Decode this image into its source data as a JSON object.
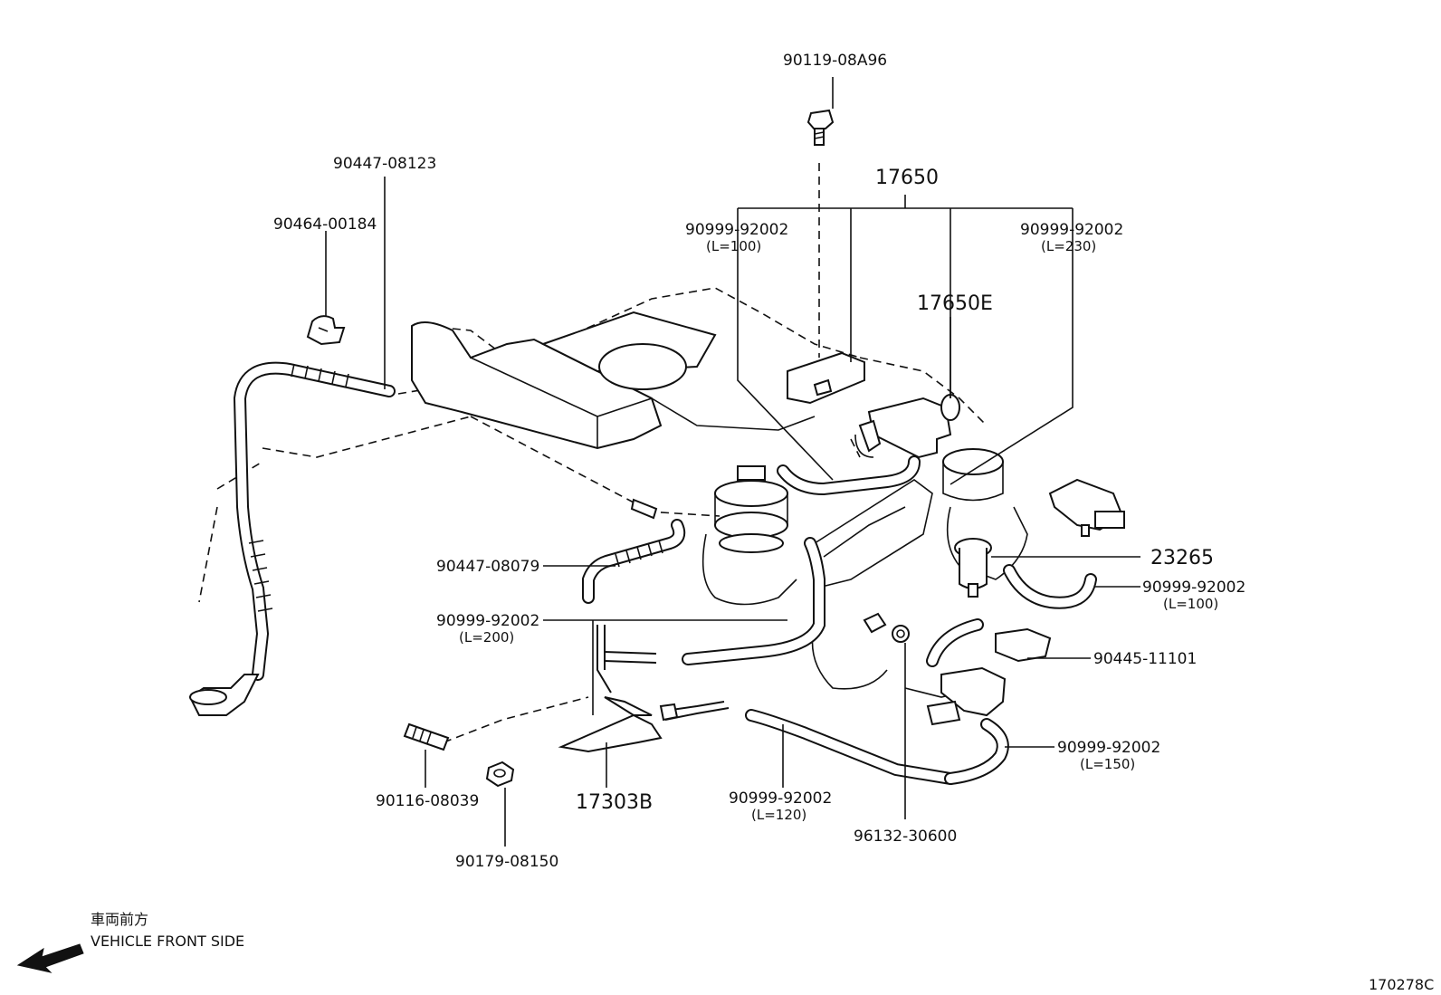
{
  "callouts": {
    "p90119": "90119-08A96",
    "p17650": "17650",
    "p17650E": "17650E",
    "p90447_08123": "90447-08123",
    "p90464": "90464-00184",
    "p90999_l100_top": "90999-92002",
    "p90999_l100_top_len": "(L=100)",
    "p90999_l230": "90999-92002",
    "p90999_l230_len": "(L=230)",
    "p23265": "23265",
    "p90999_l100_right": "90999-92002",
    "p90999_l100_right_len": "(L=100)",
    "p90447_08079": "90447-08079",
    "p90999_l200": "90999-92002",
    "p90999_l200_len": "(L=200)",
    "p90445": "90445-11101",
    "p90999_l150": "90999-92002",
    "p90999_l150_len": "(L=150)",
    "p90116": "90116-08039",
    "p17303B": "17303B",
    "p90999_l120": "90999-92002",
    "p90999_l120_len": "(L=120)",
    "p96132": "96132-30600",
    "p90179": "90179-08150"
  },
  "direction": {
    "japanese": "車両前方",
    "english": "VEHICLE FRONT SIDE",
    "arrow_icon": "arrow-left-down-icon"
  },
  "figure_number": "170278C"
}
